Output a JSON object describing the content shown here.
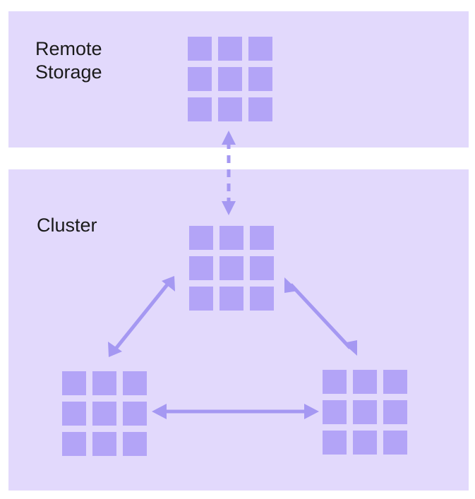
{
  "diagram": {
    "title": "Cluster and Remote Storage architecture diagram",
    "background_color": "#ffffff",
    "panel_color": "#e2d9fc",
    "node_color": "#b3a4f7",
    "arrow_color": "#a598f2",
    "label_color": "#1a1a1a"
  },
  "panels": [
    {
      "id": "remote-storage",
      "label": "Remote\nStorage",
      "node_count": 9
    },
    {
      "id": "cluster",
      "label": "Cluster",
      "node_count": 27
    }
  ],
  "nodes": [
    {
      "id": "remote-storage-node",
      "panel": "remote-storage",
      "cells": 9
    },
    {
      "id": "cluster-node-top",
      "panel": "cluster",
      "cells": 9
    },
    {
      "id": "cluster-node-left",
      "panel": "cluster",
      "cells": 9
    },
    {
      "id": "cluster-node-right",
      "panel": "cluster",
      "cells": 9
    }
  ],
  "connections": [
    {
      "id": "remote-storage-to-cluster",
      "from": "remote-storage-node",
      "to": "cluster-node-top",
      "style": "dashed",
      "arrowheads": "both",
      "orientation": "vertical"
    },
    {
      "id": "cluster-top-to-left",
      "from": "cluster-node-top",
      "to": "cluster-node-left",
      "style": "solid",
      "arrowheads": "both",
      "orientation": "diagonal"
    },
    {
      "id": "cluster-top-to-right",
      "from": "cluster-node-top",
      "to": "cluster-node-right",
      "style": "solid",
      "arrowheads": "both",
      "orientation": "diagonal"
    },
    {
      "id": "cluster-left-to-right",
      "from": "cluster-node-left",
      "to": "cluster-node-right",
      "style": "solid",
      "arrowheads": "both",
      "orientation": "horizontal"
    }
  ]
}
